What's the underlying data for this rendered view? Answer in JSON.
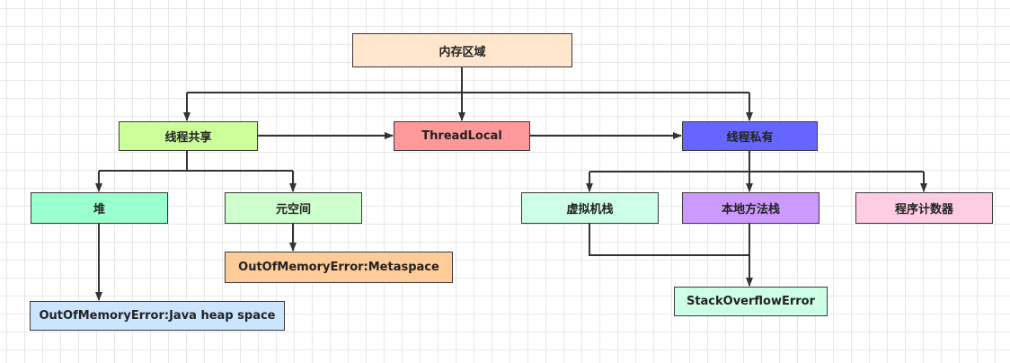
{
  "nodes": {
    "root": {
      "label": "内存区域",
      "color": "#ffe6cc"
    },
    "shared": {
      "label": "线程共享",
      "color": "#ccff99"
    },
    "threadlocal": {
      "label": "ThreadLocal",
      "color": "#ff9999"
    },
    "private": {
      "label": "线程私有",
      "color": "#6666ff"
    },
    "heap": {
      "label": "堆",
      "color": "#99ffcc"
    },
    "metaspace": {
      "label": "元空间",
      "color": "#ccffcc"
    },
    "oom_metaspace": {
      "label": "OutOfMemoryError:Metaspace",
      "color": "#ffcc99"
    },
    "oom_heap": {
      "label": "OutOfMemoryError:Java heap space",
      "color": "#cce5ff"
    },
    "vm_stack": {
      "label": "虚拟机栈",
      "color": "#ccffe6"
    },
    "native_stack": {
      "label": "本地方法栈",
      "color": "#cc99ff"
    },
    "program_counter": {
      "label": "程序计数器",
      "color": "#ffcce6"
    },
    "stack_overflow": {
      "label": "StackOverflowError",
      "color": "#ccffe6"
    }
  },
  "colors": {
    "edge": "#333333",
    "border": "#3a3a3a"
  }
}
